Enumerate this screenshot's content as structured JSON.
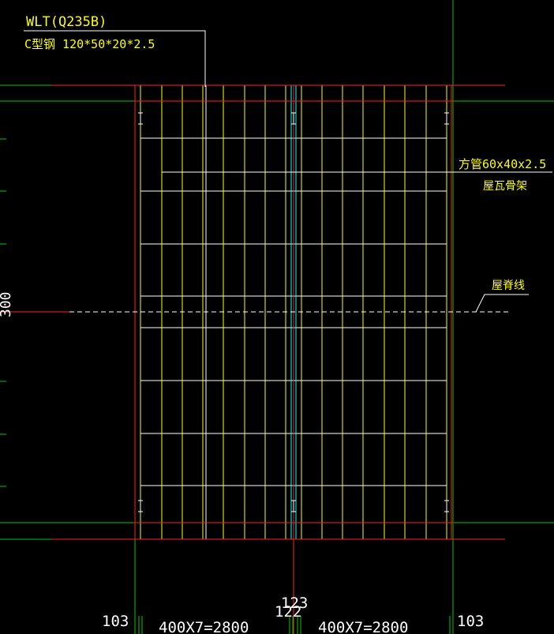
{
  "colors": {
    "background": "#000000",
    "yellow": "#ffff00",
    "white": "#ffffff",
    "red": "#ff2020",
    "green": "#00c800",
    "cyan": "#00ffff"
  },
  "labels": {
    "purlin_code": "WLT(Q235B)",
    "purlin_spec": "C型钢 120*50*20*2.5",
    "tube_spec": "方管60x40x2.5",
    "tile_frame": "屋瓦骨架",
    "ridge_line": "屋脊线",
    "left_vertical_dim": "300"
  },
  "dimensions": {
    "left_edge": "103",
    "left_span": "400X7=2800",
    "center_top": "123",
    "center_bottom": "122",
    "right_span": "400X7=2800",
    "right_edge": "103"
  }
}
